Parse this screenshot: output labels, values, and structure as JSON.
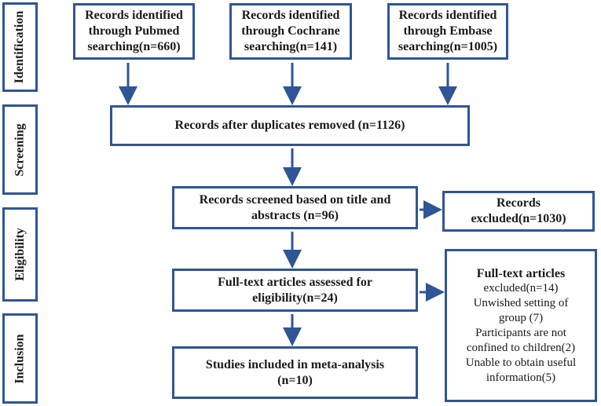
{
  "stages": [
    {
      "id": "identification",
      "label": "Identification"
    },
    {
      "id": "screening",
      "label": "Screening"
    },
    {
      "id": "eligibility",
      "label": "Eligibility"
    },
    {
      "id": "inclusion",
      "label": "Inclusion"
    }
  ],
  "boxes": {
    "pubmed": [
      "Records identified",
      "through Pubmed",
      "searching(n=660)"
    ],
    "cochrane": [
      "Records identified",
      "through Cochrane",
      "searching(n=141)"
    ],
    "embase": [
      "Records identified",
      "through Embase",
      "searching(n=1005)"
    ],
    "duplicates_removed": [
      "Records after duplicates removed (n=1126)"
    ],
    "screened": [
      "Records screened based on title and",
      "abstracts (n=96)"
    ],
    "excluded": [
      "Records",
      "excluded(n=1030)"
    ],
    "fulltext_assessed": [
      "Full-text articles assessed for",
      "eligibility(n=24)"
    ],
    "fulltext_excluded": [
      "Full-text articles",
      "excluded(n=14)",
      "Unwished setting of",
      "group (7)",
      "Participants are not",
      "confined to children(2)",
      "Unable to obtain useful",
      "information(5)"
    ],
    "included": [
      "Studies included in meta-analysis",
      "(n=10)"
    ]
  },
  "colors": {
    "border": "#2f5597",
    "arrow": "#2f5597"
  }
}
